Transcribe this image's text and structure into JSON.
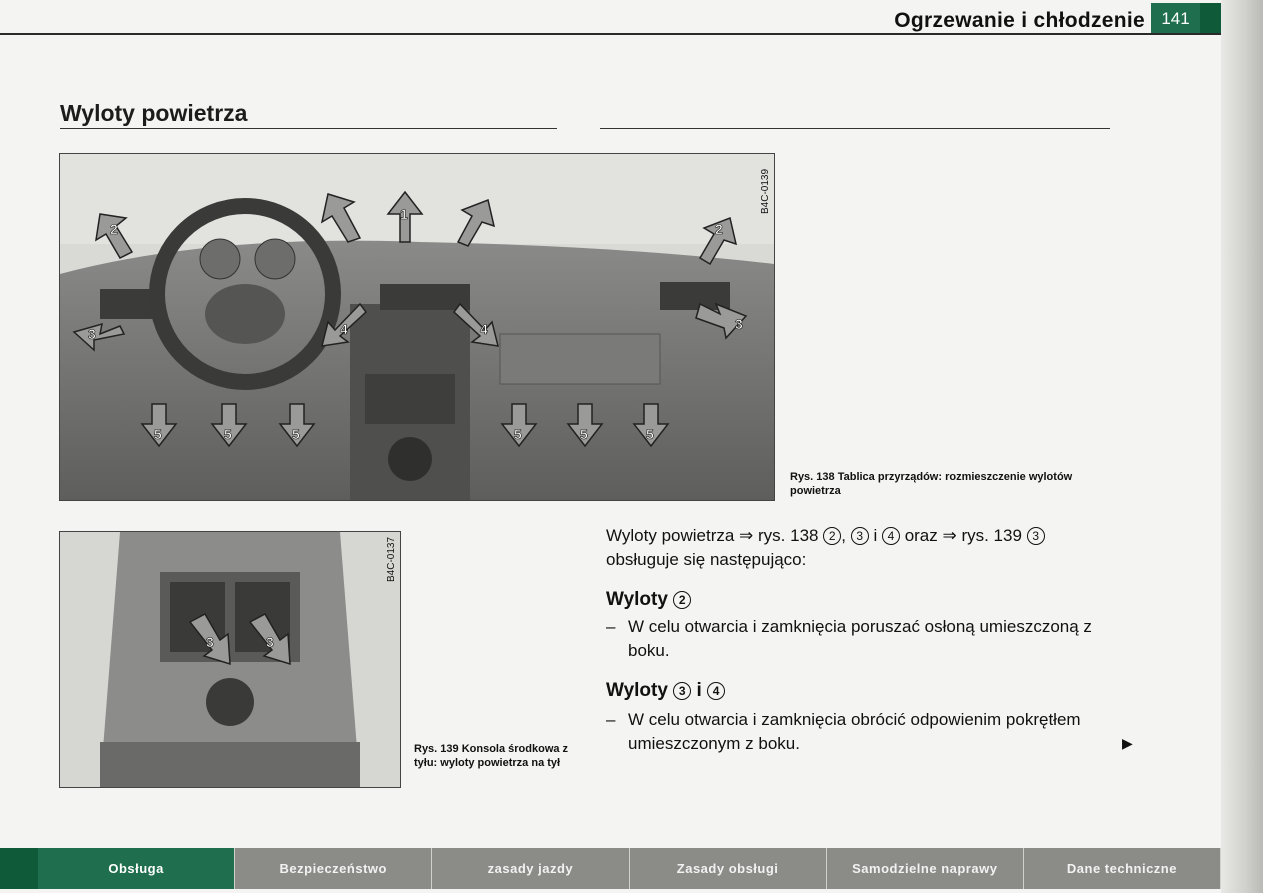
{
  "header": {
    "section_title": "Ogrzewanie i chłodzenie",
    "page_number": "141"
  },
  "main_heading": "Wyloty powietrza",
  "figure138": {
    "code": "B4C-0139",
    "caption": "Rys. 138  Tablica przyrządów: rozmieszczenie wylotów powietrza",
    "labels": [
      "1",
      "2",
      "2",
      "3",
      "3",
      "4",
      "4",
      "5",
      "5",
      "5",
      "5",
      "5",
      "5"
    ]
  },
  "figure139": {
    "code": "B4C-0137",
    "caption": "Rys. 139  Konsola środkowa z tyłu: wyloty powietrza na tył",
    "labels": [
      "3",
      "3"
    ]
  },
  "intro": {
    "part1": "Wyloty powietrza ⇒ rys. 138",
    "sep1": ",",
    "sep2": "i",
    "part2": "oraz ⇒ rys. 139",
    "line2": "obsługuje się następująco:",
    "n2": "2",
    "n3": "3",
    "n4": "4",
    "n3b": "3"
  },
  "section_2": {
    "title": "Wyloty",
    "num": "2",
    "dash": "–",
    "text": "W celu otwarcia i zamknięcia poruszać osłoną umieszczoną z boku."
  },
  "section_34": {
    "title": "Wyloty",
    "num_a": "3",
    "conj": "i",
    "num_b": "4",
    "dash": "–",
    "text": "W celu otwarcia i zamknięcia obrócić odpowienim pokrętłem umieszczonym z boku."
  },
  "continue_marker": "▶",
  "footer_tabs": [
    {
      "label": "Obsługa",
      "active": true
    },
    {
      "label": "Bezpieczeństwo",
      "active": false
    },
    {
      "label": "zasady jazdy",
      "active": false
    },
    {
      "label": "Zasady obsługi",
      "active": false
    },
    {
      "label": "Samodzielne naprawy",
      "active": false
    },
    {
      "label": "Dane techniczne",
      "active": false
    }
  ],
  "colors": {
    "accent_green": "#1f6e4e",
    "tab_gray": "#8b8b88",
    "arrow_fill": "#9a9a98"
  }
}
